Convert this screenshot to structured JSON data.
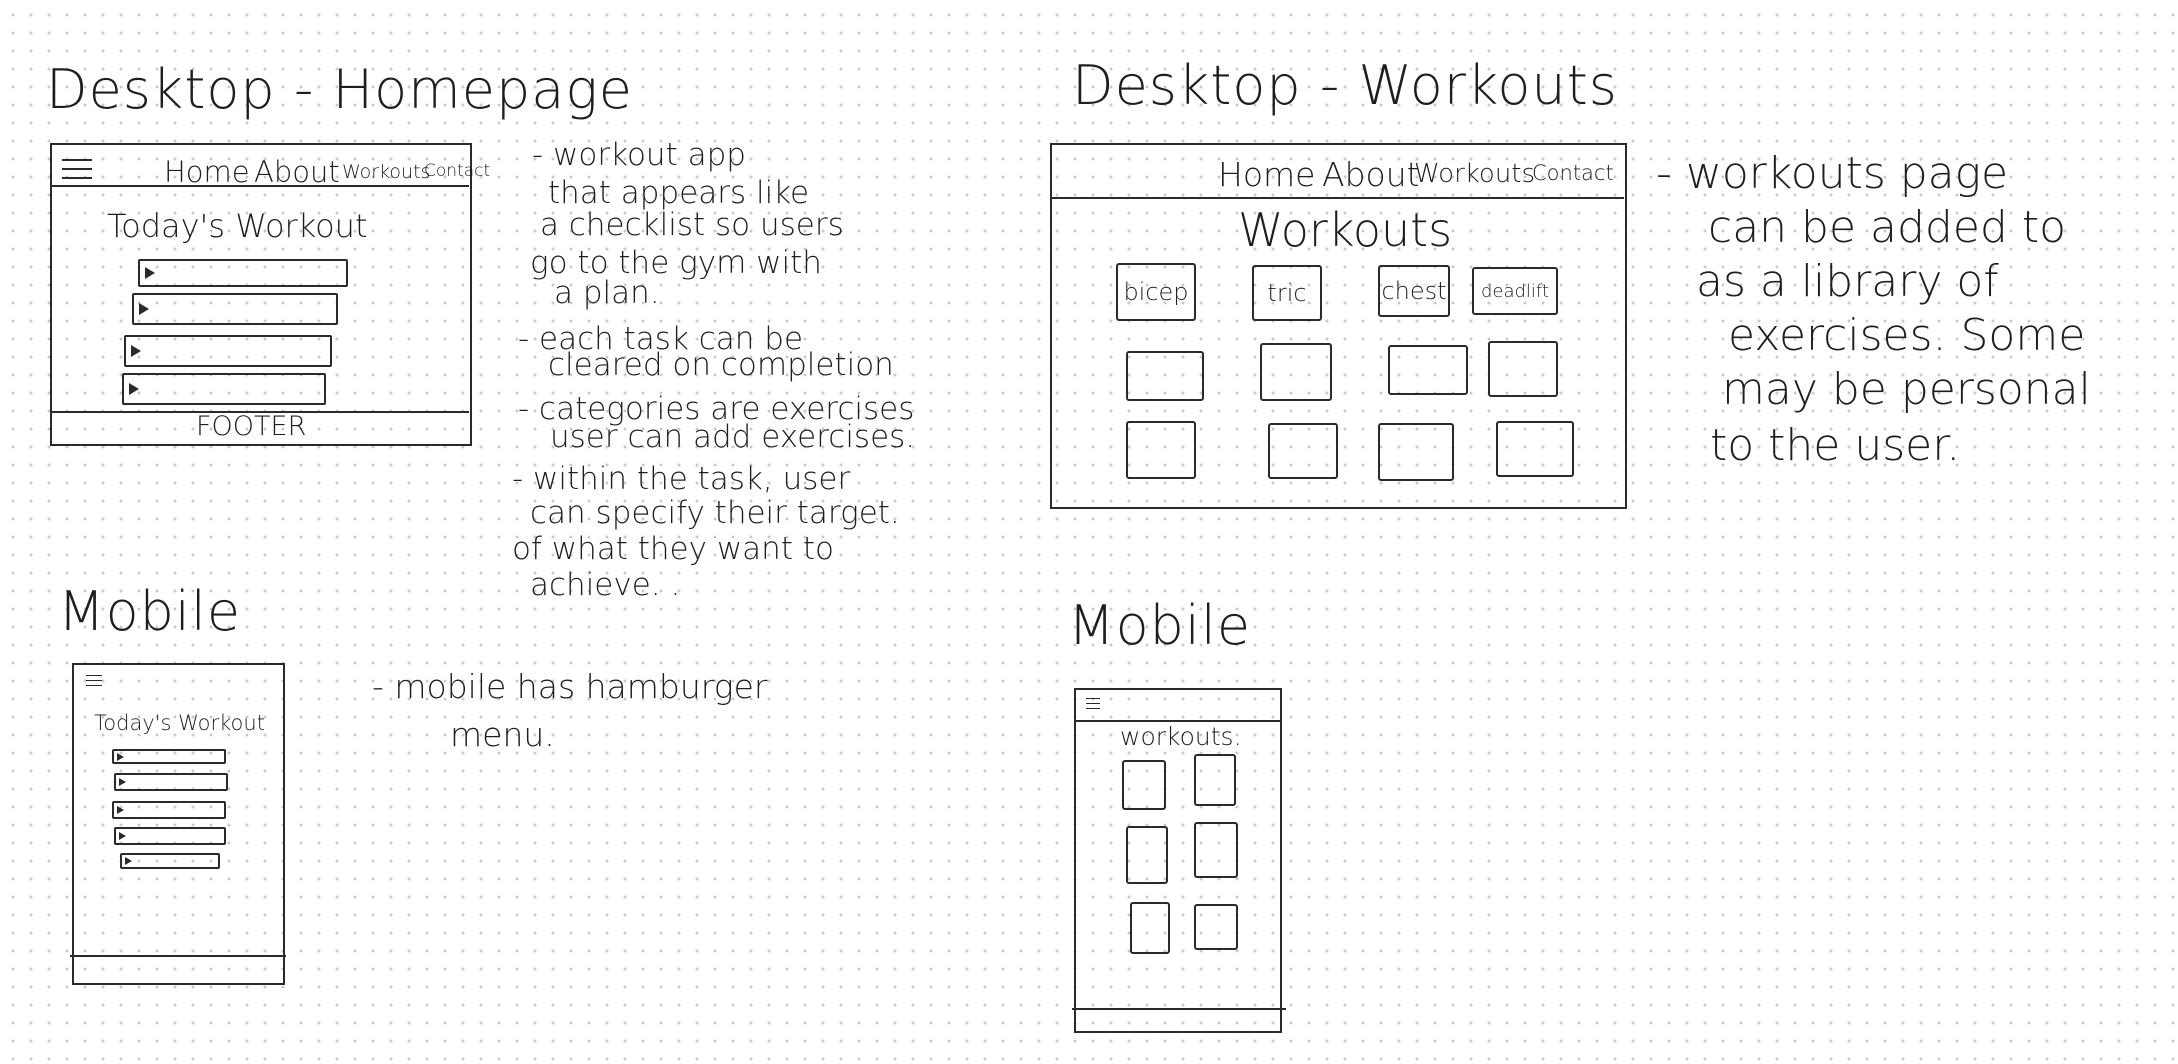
{
  "desktop_home": {
    "title": "Desktop - Homepage",
    "nav": [
      "Home",
      "About",
      "Workouts",
      "Contact"
    ],
    "heading": "Today's Workout",
    "task_count": 4,
    "footer": "FOOTER"
  },
  "desktop_home_notes": [
    "- workout app",
    "that appears like",
    "a checklist so users",
    "go to the gym with",
    "a plan.",
    "- each task can be",
    "cleared on completion",
    "- categories are exercises",
    "user can add exercises.",
    "- within the task, user",
    "can specify their target.",
    "of what they want to",
    "achieve. ."
  ],
  "mobile_home": {
    "title": "Mobile",
    "heading": "Today's Workout",
    "task_count": 5,
    "notes": [
      "- mobile has hamburger",
      "menu."
    ]
  },
  "desktop_workouts": {
    "title": "Desktop - Workouts",
    "nav": [
      "Home",
      "About",
      "Workouts",
      "Contact"
    ],
    "heading": "Workouts",
    "card_labels": [
      "bicep",
      "tric",
      "chest",
      "deadlift"
    ],
    "notes": [
      "- workouts page",
      "can be added to",
      "as a library of",
      "exercises. Some",
      "may be personal",
      "to the user."
    ]
  },
  "mobile_workouts": {
    "title": "Mobile",
    "heading": "workouts."
  }
}
